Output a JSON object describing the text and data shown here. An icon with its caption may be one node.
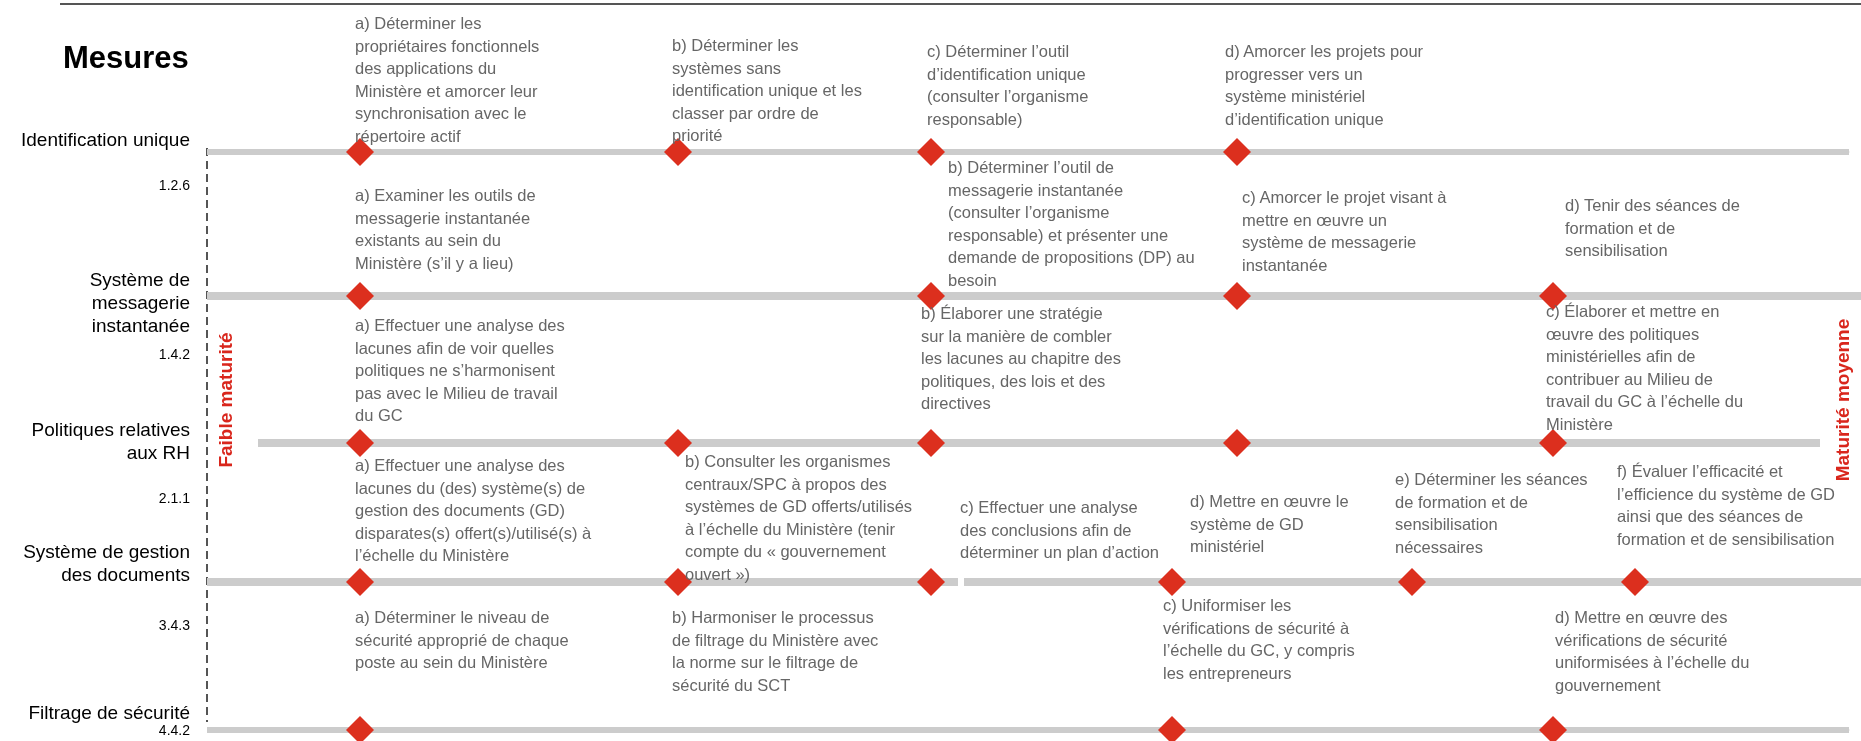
{
  "diagram": {
    "title": "Mesures",
    "nodes": [
      {
        "text": [],
        "shape": "diamond"
      },
      {
        "text": [],
        "shape": "diamond"
      },
      {
        "text": [],
        "shape": "diamond"
      },
      {
        "text": [],
        "shape": "diamond"
      },
      {
        "text": [],
        "shape": "diamond"
      },
      {
        "text": [],
        "shape": "diamond"
      },
      {
        "text": [],
        "shape": "diamond"
      },
      {
        "text": [],
        "shape": "diamond"
      },
      {
        "text": [],
        "shape": "diamond"
      },
      {
        "text": [],
        "shape": "diamond"
      },
      {
        "text": [],
        "shape": "diamond"
      },
      {
        "text": [],
        "shape": "diamond"
      },
      {
        "text": [],
        "shape": "diamond"
      },
      {
        "text": [],
        "shape": "diamond"
      },
      {
        "text": [],
        "shape": "diamond"
      },
      {
        "text": [],
        "shape": "diamond"
      },
      {
        "text": [],
        "shape": "diamond"
      },
      {
        "text": [],
        "shape": "diamond"
      },
      {
        "text": [],
        "shape": "diamond"
      },
      {
        "text": [],
        "shape": "diamond"
      },
      {
        "text": [],
        "shape": "diamond"
      },
      {
        "text": [],
        "shape": "diamond"
      }
    ],
    "labels": [
      "a) Déterminer les propriétaires fonctionnels des applications du Ministère et amorcer leur synchronisation avec le répertoire actif",
      "b) Déterminer les systèmes sans identification unique et les classer par ordre de priorité",
      "c) Déterminer l’outil d’identification unique (consulter l’organisme responsable)",
      "d) Amorcer les projets pour progresser vers un système ministériel d’identification unique",
      "Identification unique",
      "1.2.6",
      "a) Examiner les outils de messagerie instantanée existants au sein du Ministère (s’il y a lieu)",
      "b) Déterminer l’outil de messagerie instantanée (consulter l’organisme responsable) et présenter une demande de propositions (DP) au besoin",
      "c) Amorcer le projet visant à mettre en œuvre un système de messagerie instantanée",
      "d) Tenir des séances de formation et de sensibilisation",
      "Système de messagerie instantanée",
      "1.4.2",
      "a) Effectuer une analyse des lacunes afin de voir quelles politiques ne s’harmonisent pas avec le Milieu de travail du GC",
      "b) Élaborer une stratégie sur la manière de combler les lacunes au chapitre des politiques, des lois et des directives",
      "c) Élaborer et mettre en œuvre des politiques ministérielles afin de contribuer au Milieu de travail du GC à l’échelle du Ministère",
      "Politiques relatives aux RH",
      "2.1.1",
      "a) Effectuer une analyse des lacunes du (des) système(s) de gestion des documents (GD) disparates(s) offert(s)/utilisé(s) à l’échelle du Ministère",
      "b) Consulter les organismes centraux/SPC à propos des systèmes de GD offerts/utilisés à l’échelle du Ministère (tenir compte du « gouvernement ouvert »)",
      "c) Effectuer une analyse des conclusions afin de déterminer un plan d’action",
      "d) Mettre en œuvre le système de GD ministériel",
      "e) Déterminer les séances de formation et de sensibilisation nécessaires",
      "f) Évaluer l’efficacité et l’efficience du système de GD ainsi que des séances de formation et de sensibilisation",
      "Système de gestion des documents",
      "3.4.3",
      "a) Déterminer le niveau de sécurité approprié de chaque poste au sein du Ministère",
      "b) Harmoniser le processus de filtrage du Ministère avec la norme sur le filtrage de sécurité du SCT",
      "c) Uniformiser les vérifications de sécurité à l’échelle du GC, y compris les entrepreneurs",
      "d) Mettre en œuvre des vérifications de sécurité uniformisées à l’échelle du gouvernement",
      "Filtrage de sécurité",
      "4.4.2",
      "Faible maturité",
      "Maturité moyenne"
    ]
  }
}
